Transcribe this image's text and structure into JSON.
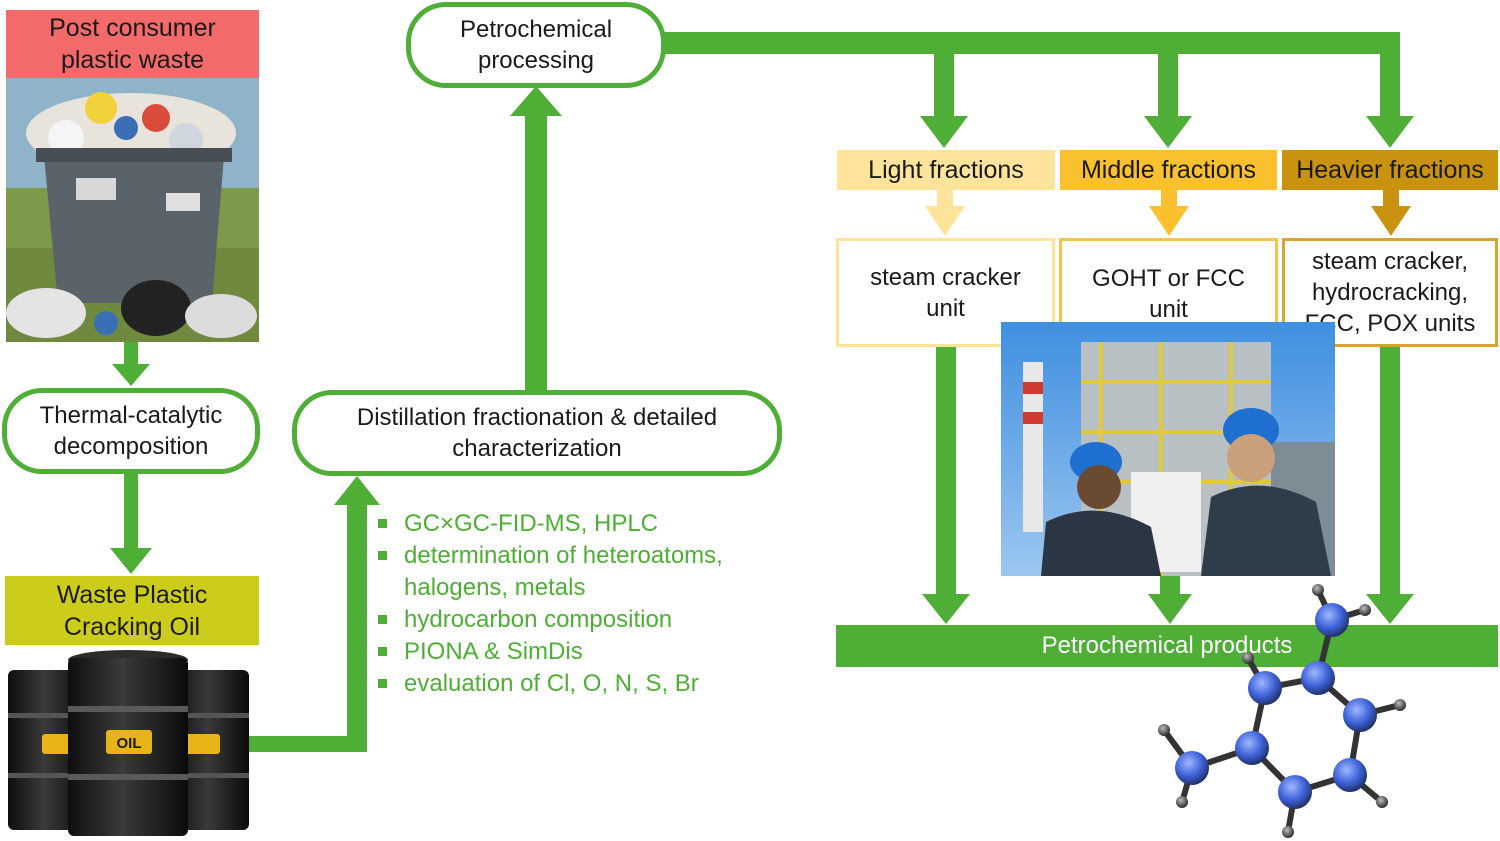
{
  "nodes": {
    "post_consumer": "Post consumer\nplastic waste",
    "thermal": "Thermal-catalytic\ndecomposition",
    "waste_oil": "Waste Plastic\nCracking Oil",
    "distillation": "Distillation fractionation & detailed\ncharacterization",
    "petrochemical": "Petrochemical\nprocessing",
    "light": "Light fractions",
    "middle": "Middle fractions",
    "heavier": "Heavier fractions",
    "steam_unit": "steam cracker\nunit",
    "goht_unit": "GOHT or FCC\nunit",
    "heavy_unit": "steam cracker,\nhydrocracking,\nFCC, POX units",
    "products": "Petrochemical products"
  },
  "methods": [
    "GC×GC-FID-MS, HPLC",
    "determination of heteroatoms,\nhalogens, metals",
    "hydrocarbon composition",
    "PIONA & SimDis",
    "evaluation of Cl, O, N, S, Br"
  ],
  "barrel_label": "OIL",
  "colors": {
    "flow_green": "#4fae35",
    "post_consumer_bg": "#f26a6a",
    "waste_oil_bg": "#cccc1a",
    "light_bg": "#fde49a",
    "middle_bg": "#fbc02d",
    "heavier_bg": "#c9920f",
    "light_border": "#fde49a",
    "middle_border": "#f3c64a",
    "heavier_border": "#d8a431"
  },
  "icons": [
    "dumpster-photo",
    "oil-barrel-icon",
    "refinery-photo",
    "molecule-icon"
  ]
}
